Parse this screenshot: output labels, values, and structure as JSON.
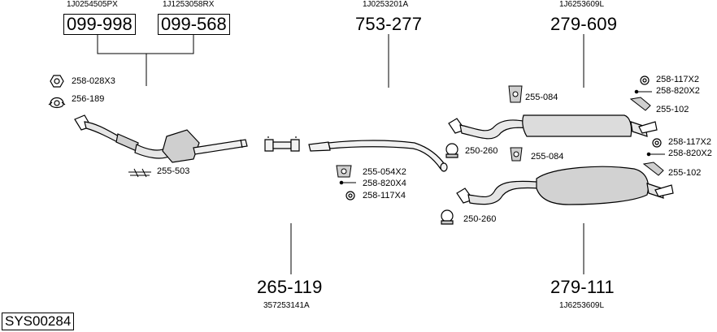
{
  "system_id": "SYS00284",
  "groups": {
    "catalyst": {
      "oem_refs": [
        "1J0254505PX",
        "1J1253058RX"
      ],
      "part_numbers": [
        "099-998",
        "099-568"
      ]
    },
    "front_pipe": {
      "oem_ref": "1J0253201A",
      "part_number": "753-277"
    },
    "rear_muffler_top": {
      "oem_ref": "1J6253609L",
      "part_number": "279-609"
    },
    "middle_pipe": {
      "oem_ref": "357253141A",
      "part_number": "265-119"
    },
    "rear_muffler_bottom": {
      "oem_ref": "1J6253609L",
      "part_number": "279-111"
    }
  },
  "accessories": {
    "nut": "258-028X3",
    "gasket": "256-189",
    "clamp_cat": "255-503",
    "rubber_mid": "255-054X2",
    "bolt_mid": "258-820X4",
    "washer_mid": "258-117X4",
    "washer_top": "258-117X2",
    "bolt_top": "258-820X2",
    "hanger_top_right": "255-102",
    "hanger_top": "255-084",
    "clamp_top": "250-260",
    "hanger_bottom": "255-084",
    "washer_bottom": "258-117X2",
    "bolt_bottom": "258-820X2",
    "hanger_bottom_right": "255-102",
    "clamp_bottom": "250-260"
  }
}
